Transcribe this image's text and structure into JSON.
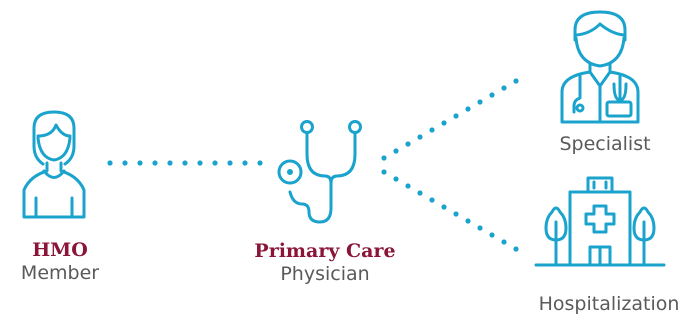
{
  "colors": {
    "icon": "#1aa3cd",
    "dots": "#1aa3cd",
    "emphasis": "#8a1538",
    "text": "#5a5a5a"
  },
  "nodes": {
    "member": {
      "title": "HMO",
      "subtitle": "Member",
      "icon": "person-icon"
    },
    "pcp": {
      "title": "Primary Care",
      "subtitle": "Physician",
      "icon": "stethoscope-icon"
    },
    "specialist": {
      "label": "Specialist",
      "icon": "doctor-icon"
    },
    "hospital": {
      "label": "Hospitalization",
      "icon": "hospital-icon"
    }
  }
}
